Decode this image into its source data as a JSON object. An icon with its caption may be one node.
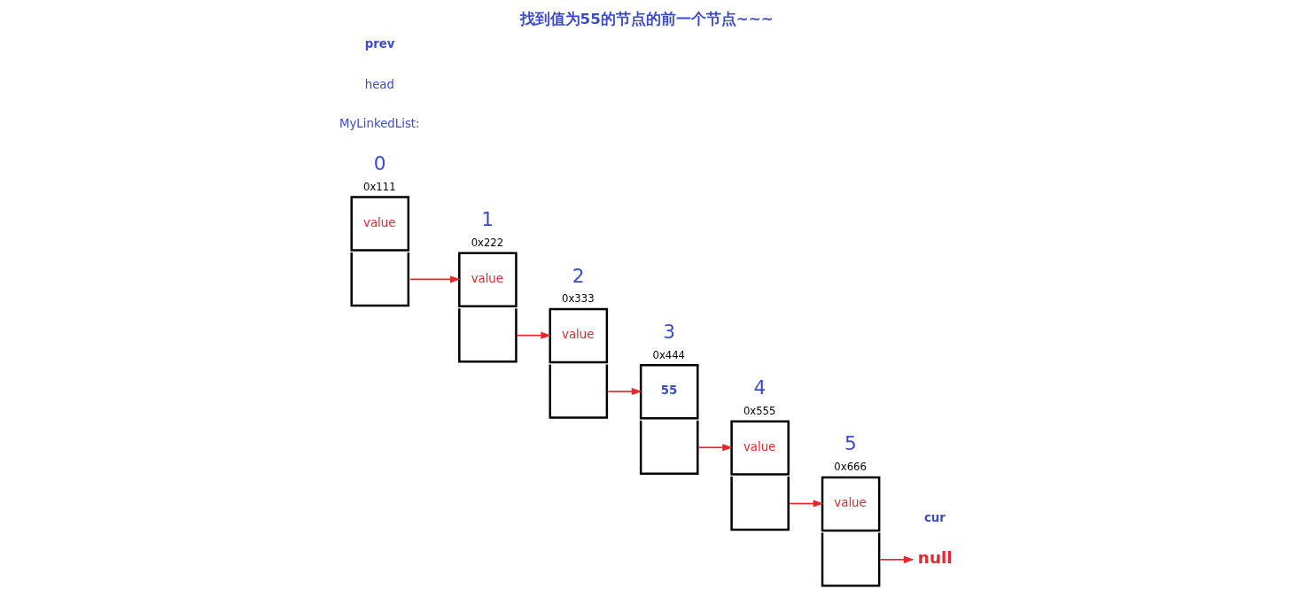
{
  "diagram": {
    "title": "找到值为55的节点的前一个节点~~~",
    "nodes": [
      {
        "text": [
          "value"
        ],
        "beside": [
          "0",
          "0x111"
        ]
      },
      {
        "text": [
          "value"
        ],
        "beside": [
          "1",
          "0x222"
        ]
      },
      {
        "text": [
          "value"
        ],
        "beside": [
          "2",
          "0x333"
        ]
      },
      {
        "text": [
          "55"
        ],
        "beside": [
          "3",
          "0x444"
        ]
      },
      {
        "text": [
          "value"
        ],
        "beside": [
          "4",
          "0x555"
        ]
      },
      {
        "text": [
          "value"
        ],
        "beside": [
          "5",
          "0x666"
        ]
      },
      {
        "text": [
          "null"
        ]
      }
    ],
    "edges": [
      {
        "from": 0,
        "to": 1,
        "arrow": "to",
        "color": "#e8262b"
      },
      {
        "from": 1,
        "to": 2,
        "arrow": "to",
        "color": "#e8262b"
      },
      {
        "from": 2,
        "to": 3,
        "arrow": "to",
        "color": "#e8262b"
      },
      {
        "from": 3,
        "to": 4,
        "arrow": "to",
        "color": "#e8262b"
      },
      {
        "from": 4,
        "to": 5,
        "arrow": "to",
        "color": "#e8262b"
      },
      {
        "from": 5,
        "to": 6,
        "arrow": "to",
        "color": "#e8262b"
      }
    ],
    "labels": [
      "MyLinkedList:",
      "head",
      "prev",
      "cur"
    ]
  }
}
